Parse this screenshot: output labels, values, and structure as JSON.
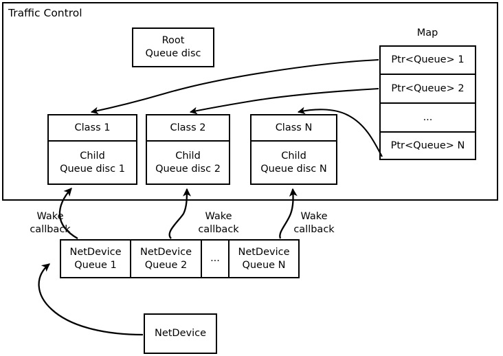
{
  "diagram": {
    "title": "Traffic Control",
    "outer_box": {
      "label": "Traffic Control"
    },
    "root": {
      "label": "Root\nQueue disc"
    },
    "map": {
      "title": "Map",
      "entries": [
        {
          "label": "Ptr<Queue> 1"
        },
        {
          "label": "Ptr<Queue> 2"
        },
        {
          "label": "..."
        },
        {
          "label": "Ptr<Queue> N"
        }
      ]
    },
    "classes": [
      {
        "header": "Class 1",
        "body": "Child\nQueue disc 1"
      },
      {
        "header": "Class 2",
        "body": "Child\nQueue disc 2"
      },
      {
        "header": "Class N",
        "body": "Child\nQueue disc N"
      }
    ],
    "netdevice_queues": [
      {
        "label": "NetDevice\nQueue 1"
      },
      {
        "label": "NetDevice\nQueue 2"
      },
      {
        "label": "..."
      },
      {
        "label": "NetDevice\nQueue N"
      }
    ],
    "netdevice": {
      "label": "NetDevice"
    },
    "wake_callbacks": [
      {
        "label": "Wake\ncallback"
      },
      {
        "label": "Wake\ncallback"
      },
      {
        "label": "Wake\ncallback"
      }
    ],
    "colors": {
      "stroke": "#000000",
      "fill": "#ffffff",
      "text": "#000000"
    }
  }
}
